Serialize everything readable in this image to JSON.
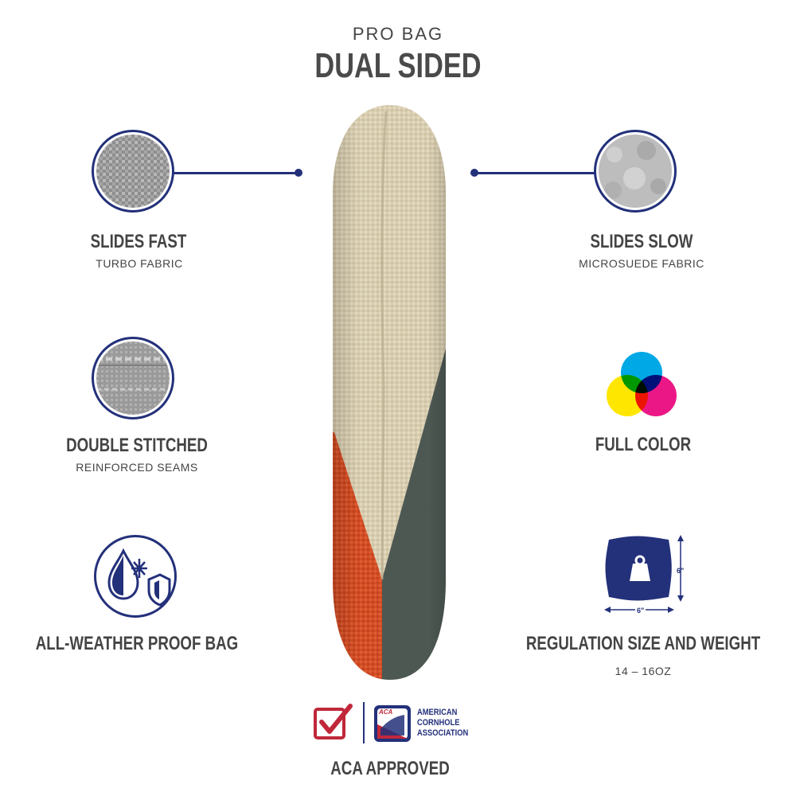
{
  "header": {
    "subtitle": "PRO BAG",
    "title": "DUAL SIDED"
  },
  "features": {
    "slides_fast": {
      "title": "SLIDES FAST",
      "subtitle": "TURBO FABRIC"
    },
    "slides_slow": {
      "title": "SLIDES SLOW",
      "subtitle": "MICROSUEDE FABRIC"
    },
    "double_stitched": {
      "title": "DOUBLE STITCHED",
      "subtitle": "REINFORCED SEAMS"
    },
    "full_color": {
      "title": "FULL COLOR"
    },
    "all_weather": {
      "title": "ALL-WEATHER PROOF BAG"
    },
    "regulation": {
      "title": "REGULATION SIZE AND WEIGHT",
      "subtitle": "14 – 16OZ",
      "dim_width": "6\"",
      "dim_height": "6\""
    }
  },
  "footer": {
    "aca_badge": "ACA",
    "aca_line1": "AMERICAN",
    "aca_line2": "CORNHOLE",
    "aca_line3": "ASSOCIATION",
    "approved": "ACA APPROVED"
  },
  "colors": {
    "navy": "#23307a",
    "bag_tan": "#d9cfb4",
    "bag_orange": "#d9522a",
    "bag_slate": "#4c5753",
    "check_red": "#c0283a"
  },
  "icons": [
    "turbo-fabric-icon",
    "microsuede-fabric-icon",
    "stitch-icon",
    "cmy-color-icon",
    "weather-shield-icon",
    "weight-bag-icon",
    "checkmark-icon"
  ]
}
